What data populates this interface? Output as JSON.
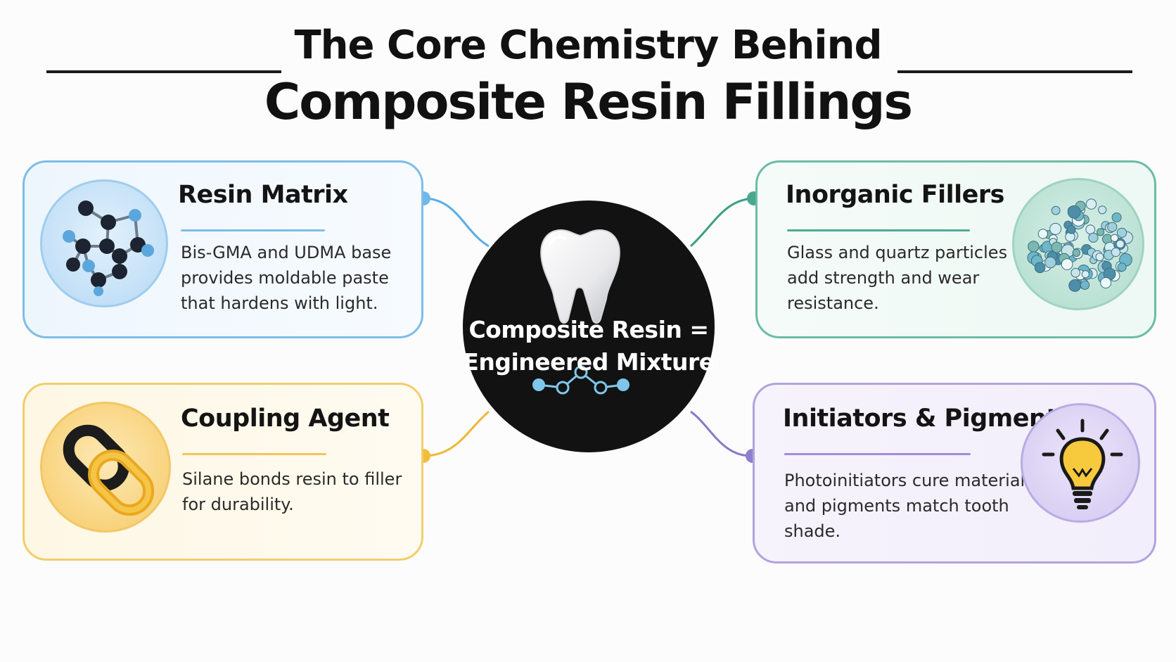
{
  "title": {
    "line1": "The Core Chemistry Behind",
    "line2": "Composite Resin Fillings"
  },
  "center": {
    "line1": "Composite Resin =",
    "line2": "Engineered Mixture",
    "icon": "tooth-icon"
  },
  "cards": {
    "resin_matrix": {
      "title": "Resin Matrix",
      "lines": [
        "Bis-GMA and UDMA base",
        "provides moldable paste",
        "that hardens with light."
      ],
      "icon": "molecule-icon",
      "color": "#5aaee3"
    },
    "inorganic_fillers": {
      "title": "Inorganic Fillers",
      "lines": [
        "Glass and quartz particles",
        "add strength and wear",
        "resistance."
      ],
      "icon": "particles-icon",
      "color": "#3f9e86"
    },
    "coupling_agent": {
      "title": "Coupling Agent",
      "lines": [
        "Silane bonds resin to filler",
        "for durability."
      ],
      "icon": "chain-link-icon",
      "color": "#f0b733"
    },
    "initiators_pigments": {
      "title": "Initiators & Pigments",
      "lines": [
        "Photoinitiators cure material",
        "and pigments match tooth",
        "shade."
      ],
      "icon": "lightbulb-icon",
      "color": "#8a78c9"
    }
  }
}
